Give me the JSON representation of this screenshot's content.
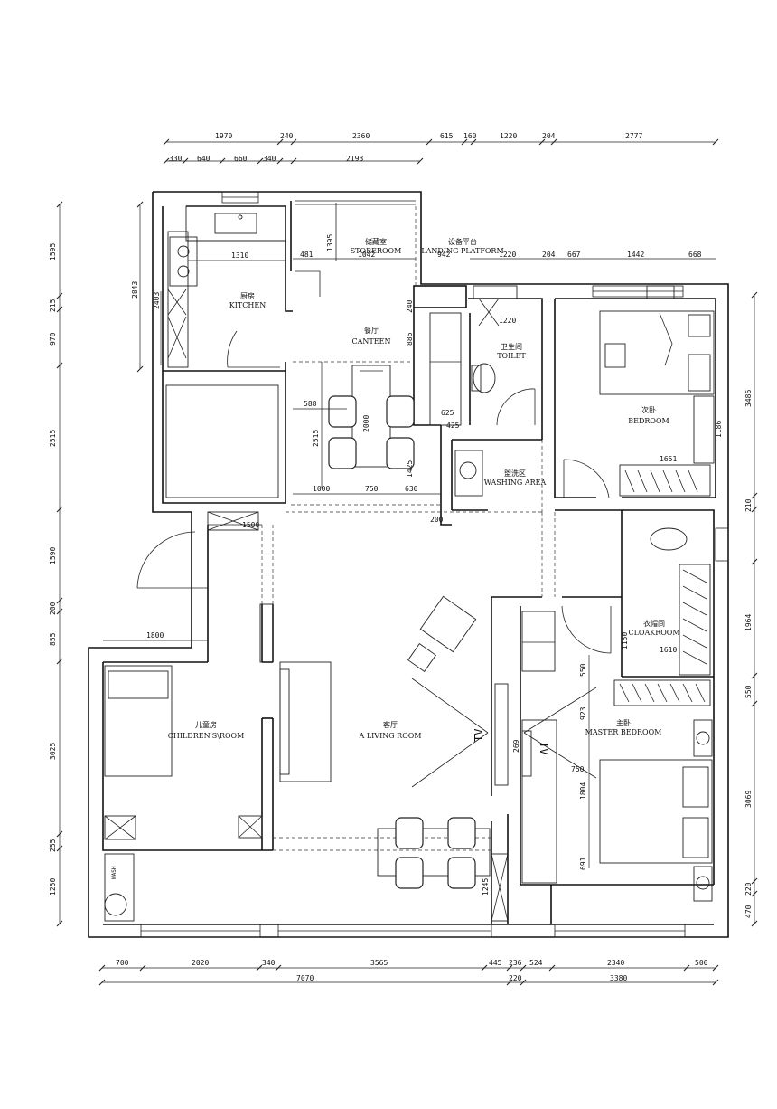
{
  "rooms": {
    "storeroom": {
      "zh": "储藏室",
      "en": "STOREROOM"
    },
    "platform": {
      "zh": "设备平台",
      "en": "LANDING PLATFORM"
    },
    "kitchen": {
      "zh": "厨房",
      "en": "KITCHEN"
    },
    "canteen": {
      "zh": "餐厅",
      "en": "CANTEEN"
    },
    "toilet": {
      "zh": "卫生间",
      "en": "TOILET"
    },
    "bedroom": {
      "zh": "次卧",
      "en": "BEDROOM"
    },
    "washing": {
      "zh": "盥洗区",
      "en": "WASHING AREA"
    },
    "cloakroom": {
      "zh": "衣帽间",
      "en": "CLOAKROOM"
    },
    "master": {
      "zh": "主卧",
      "en": "MASTER BEDROOM"
    },
    "living": {
      "zh": "客厅",
      "en": "A LIVING ROOM"
    },
    "children": {
      "zh": "儿童房",
      "en": "CHILDREN'S\\ROOM"
    }
  },
  "dims": {
    "top1": [
      "1970",
      "240",
      "2360",
      "615",
      "160",
      "1220",
      "204",
      "2777"
    ],
    "top2": [
      "330",
      "640",
      "660",
      "340",
      "2193"
    ],
    "bottom1": [
      "700",
      "2020",
      "340",
      "3565",
      "445",
      "236",
      "524",
      "2340",
      "500"
    ],
    "bottom2": [
      "7070",
      "220",
      "3380"
    ],
    "left": [
      "1595",
      "215",
      "970",
      "2515",
      "1590",
      "200",
      "855",
      "3025",
      "255",
      "1250"
    ],
    "right": [
      "3486",
      "210",
      "1964",
      "550",
      "3069",
      "220",
      "470"
    ],
    "inner": {
      "d1310": "1310",
      "d2843": "2843",
      "d2403": "2403",
      "d481": "481",
      "d1395": "1395",
      "d1042": "1042",
      "d942": "942",
      "d1220b": "1220",
      "d204b": "204",
      "d667": "667",
      "d1442": "1442",
      "d668": "668",
      "d240v": "240",
      "d886": "886",
      "d1220v": "1220",
      "d588": "588",
      "d2515v": "2515",
      "d2000": "2000",
      "d1000": "1000",
      "d750": "750",
      "d630": "630",
      "d625": "625",
      "d425": "425",
      "d1425": "1425",
      "d200": "200",
      "d1651": "1651",
      "d1186": "1186",
      "d1500": "1500",
      "d1800": "1800",
      "d1150": "1150",
      "d1610": "1610",
      "d550v": "550",
      "d923": "923",
      "d750b": "750",
      "d1804": "1804",
      "d691": "691",
      "d1245": "1245",
      "d269": "269"
    }
  },
  "labels": {
    "tv1": "TV",
    "tv2": "TV",
    "wash": "WASH"
  }
}
